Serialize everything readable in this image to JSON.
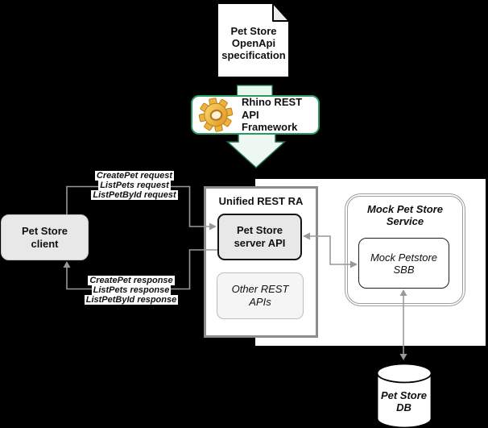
{
  "colors": {
    "background": "#000000",
    "accent_green_border": "#2a9861",
    "arrow_fill_light_green": "#edf8f2",
    "arrow_stroke_dark_green": "#1d6b47",
    "connector_gray": "#999999",
    "node_gray_fill": "#e8e8e8",
    "node_light_fill": "#f5f5f5",
    "gear_orange": "#eda73c"
  },
  "spec_document": {
    "line1": "Pet Store",
    "line2": "OpenApi",
    "line3": "specification"
  },
  "framework": {
    "line1": "Rhino REST API",
    "line2": "Framework"
  },
  "client": {
    "line1": "Pet Store",
    "line2": "client"
  },
  "request_label": {
    "line1": "CreatePet request",
    "line2": "ListPets request",
    "line3": "ListPetById request"
  },
  "response_label": {
    "line1": "CreatePet response",
    "line2": "ListPets response",
    "line3": "ListPetById response"
  },
  "unified": {
    "title": "Unified REST RA",
    "server_api": {
      "line1": "Pet Store",
      "line2": "server API"
    },
    "other_apis": {
      "line1": "Other REST",
      "line2": "APIs"
    }
  },
  "mock_service": {
    "title_line1": "Mock Pet Store",
    "title_line2": "Service",
    "sbb": {
      "line1": "Mock Petstore",
      "line2": "SBB"
    }
  },
  "database": {
    "line1": "Pet Store",
    "line2": "DB"
  }
}
